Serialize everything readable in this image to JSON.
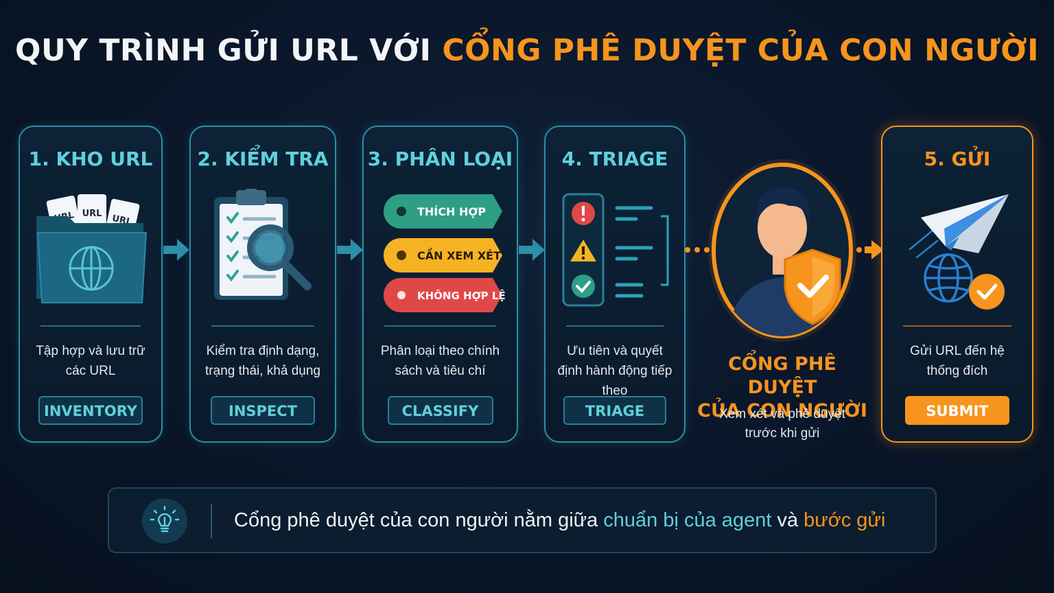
{
  "title": {
    "part1": "QUY TRÌNH GỬI URL VỚI",
    "part2": "CỔNG PHÊ DUYỆT CỦA CON NGƯỜI"
  },
  "steps": [
    {
      "title": "1. KHO URL",
      "description": "Tập hợp và lưu trữ các URL",
      "tag": "INVENTORY",
      "icon": "folder-globe-icon",
      "doc_labels": [
        "URL",
        "URL",
        "URL"
      ]
    },
    {
      "title": "2. KIỂM TRA",
      "description": "Kiểm tra định dạng, trạng thái, khả dụng",
      "tag": "INSPECT",
      "icon": "clipboard-magnifier-icon"
    },
    {
      "title": "3. PHÂN LOẠI",
      "description": "Phân loại theo chính sách và tiêu chí",
      "tag": "CLASSIFY",
      "icon": "classification-pills-icon",
      "pills": [
        "THÍCH HỢP",
        "CẦN XEM XÉT",
        "KHÔNG HỢP LỆ"
      ]
    },
    {
      "title": "4. TRIAGE",
      "description": "Ưu tiên và quyết định hành động tiếp theo",
      "tag": "TRIAGE",
      "icon": "triage-status-icon"
    },
    {
      "title": "5. GỬI",
      "description": "Gửi URL đến hệ thống đích",
      "tag": "SUBMIT",
      "icon": "paper-plane-globe-icon"
    }
  ],
  "gate": {
    "title_line1": "CỔNG PHÊ DUYỆT",
    "title_line2": "CỦA CON NGƯỜI",
    "desc_line1": "Xem xét và phê duyệt",
    "desc_line2": "trước khi gửi",
    "icon": "human-shield-check-icon"
  },
  "footer": {
    "text1": "Cổng phê duyệt của con người nằm giữa",
    "highlight1": "chuẩn bị của agent",
    "text2": "và",
    "highlight2": "bước gửi",
    "icon": "lightbulb-icon"
  },
  "colors": {
    "background": "#0a1629",
    "accent_cyan": "#5fd0dc",
    "accent_orange": "#f7941d",
    "green": "#2e9e85",
    "yellow": "#f5b323",
    "red": "#e04848"
  }
}
